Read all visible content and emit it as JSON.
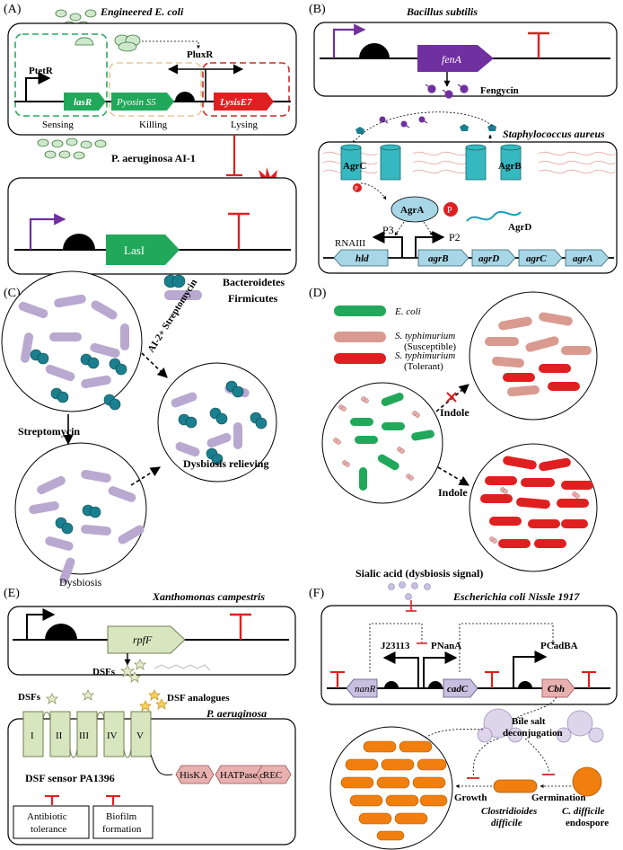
{
  "colors": {
    "green": "#21a85a",
    "red": "#e02020",
    "purple": "#7030a0",
    "teal": "#1a7f8e",
    "lavender": "#b9a8d0",
    "salmon": "#d99a90",
    "orange": "#f07f10",
    "sky": "#a7d6e6",
    "sage": "#d8e6bf",
    "pinkbox": "#e8b1b0"
  },
  "panelA": {
    "label": "(A)",
    "title": "Engineered E. coli",
    "promoter1": "PtetR",
    "promoter2": "PluxR",
    "gene1": "lasR",
    "gene2": "Pyosin S5",
    "gene3": "LysisE7",
    "module1": "Sensing",
    "module2": "Killing",
    "module3": "Lysing",
    "signal_label": "P. aeruginosa AI-1",
    "gene4": "LasI"
  },
  "panelB": {
    "label": "(B)",
    "title": "Bacillus subtilis",
    "gene": "fenA",
    "product": "Fengycin",
    "host": "Staphylococcus aureus",
    "agrC": "AgrC",
    "agrB": "AgrB",
    "agrA": "AgrA",
    "agrD_peptide": "AgrD",
    "phospho": "P",
    "p3": "P3",
    "p2": "P2",
    "rnaiii": "RNAIII",
    "genes": [
      "hld",
      "agrB",
      "agrD",
      "agrC",
      "agrA"
    ]
  },
  "panelC": {
    "label": "(C)",
    "legend1": "Bacteroidetes",
    "legend2": "Firmicutes",
    "arrow1": "AI-2+ Streptomycin",
    "arrow2": "Streptomycin",
    "state1": "Dysbiosis relieving",
    "state2": "Dysbiosis"
  },
  "panelD": {
    "label": "(D)",
    "legend": [
      {
        "name": "E. coli",
        "sub": ""
      },
      {
        "name": "S. typhimurium",
        "sub": "(Susceptible)"
      },
      {
        "name": "S. typhimurium",
        "sub": "(Tolerant)"
      }
    ],
    "indole1": "Indole",
    "indole2": "Indole"
  },
  "panelE": {
    "label": "(E)",
    "title": "Xanthomonas campestris",
    "gene": "rpfF",
    "dsfs1": "DSFs",
    "dsfs2": "DSFs",
    "analogues": "DSF analogues",
    "host": "P. aeruginosa",
    "tm": [
      "I",
      "II",
      "III",
      "IV",
      "V"
    ],
    "domains": [
      "HisKA",
      "HATPase c",
      "REC"
    ],
    "sensor": "DSF sensor PA1396",
    "out1a": "Antibiotic",
    "out1b": "tolerance",
    "out2a": "Biofilm",
    "out2b": "formation"
  },
  "panelF": {
    "label": "(F)",
    "signal": "Sialic acid (dysbiosis signal)",
    "title": "Escherichia coli Nissle 1917",
    "p1": "J23113",
    "p2": "PNanA",
    "p3": "PCadBA",
    "gene1": "nanR",
    "gene2": "cadC",
    "gene3": "Cbh",
    "bile1": "Bile salt",
    "bile2": "deconjugation",
    "growth": "Growth",
    "germination": "Germination",
    "cd1": "Clostridioides",
    "cd2": "difficile",
    "spore1": "C. difficile",
    "spore2": "endospore"
  }
}
